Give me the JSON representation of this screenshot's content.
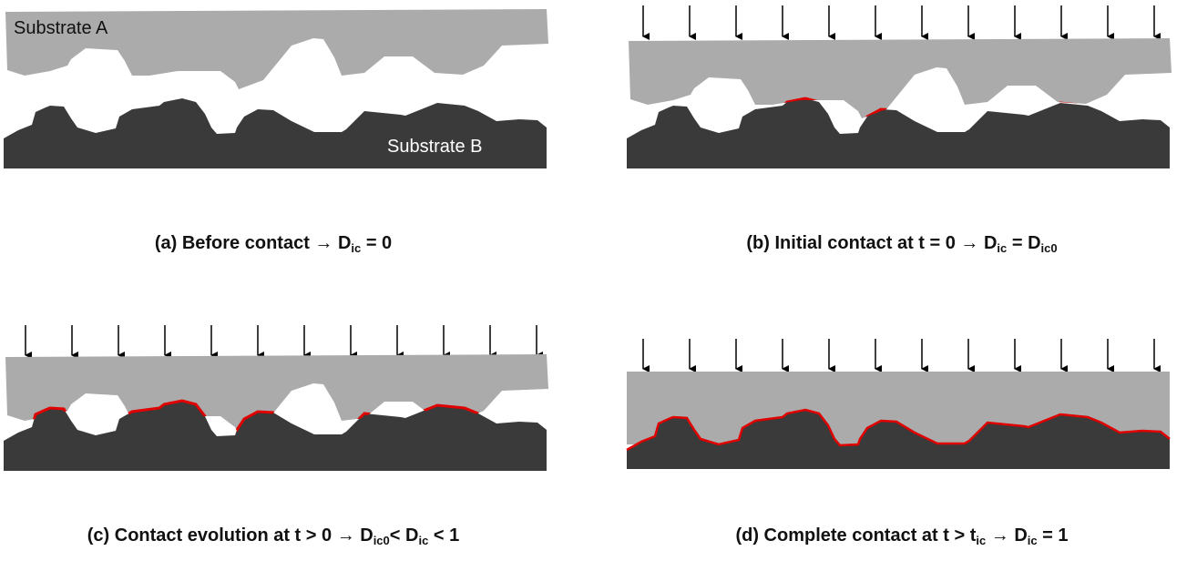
{
  "labels": {
    "substrate_a": "Substrate A",
    "substrate_b": "Substrate B"
  },
  "colors": {
    "substrate_a": "#ababab",
    "substrate_b": "#3a3a3a",
    "contact": "#e00000"
  },
  "captions": {
    "a": {
      "pre": "(a) Before contact → D",
      "sub": "ic",
      "post": " = 0"
    },
    "b": {
      "pre": "(b) Initial contact at t = 0 → D",
      "sub": "ic",
      "mid": " = D",
      "sub2": "ic0"
    },
    "c": {
      "pre": "(c) Contact evolution at t > 0 → D",
      "sub": "ic0",
      "mid": "< D",
      "sub2": "ic",
      "post": " < 1"
    },
    "d": {
      "pre": "(d) Complete contact at t > t",
      "sub": "ic",
      "mid": " → D",
      "sub2": "ic",
      "post": " = 1"
    }
  }
}
